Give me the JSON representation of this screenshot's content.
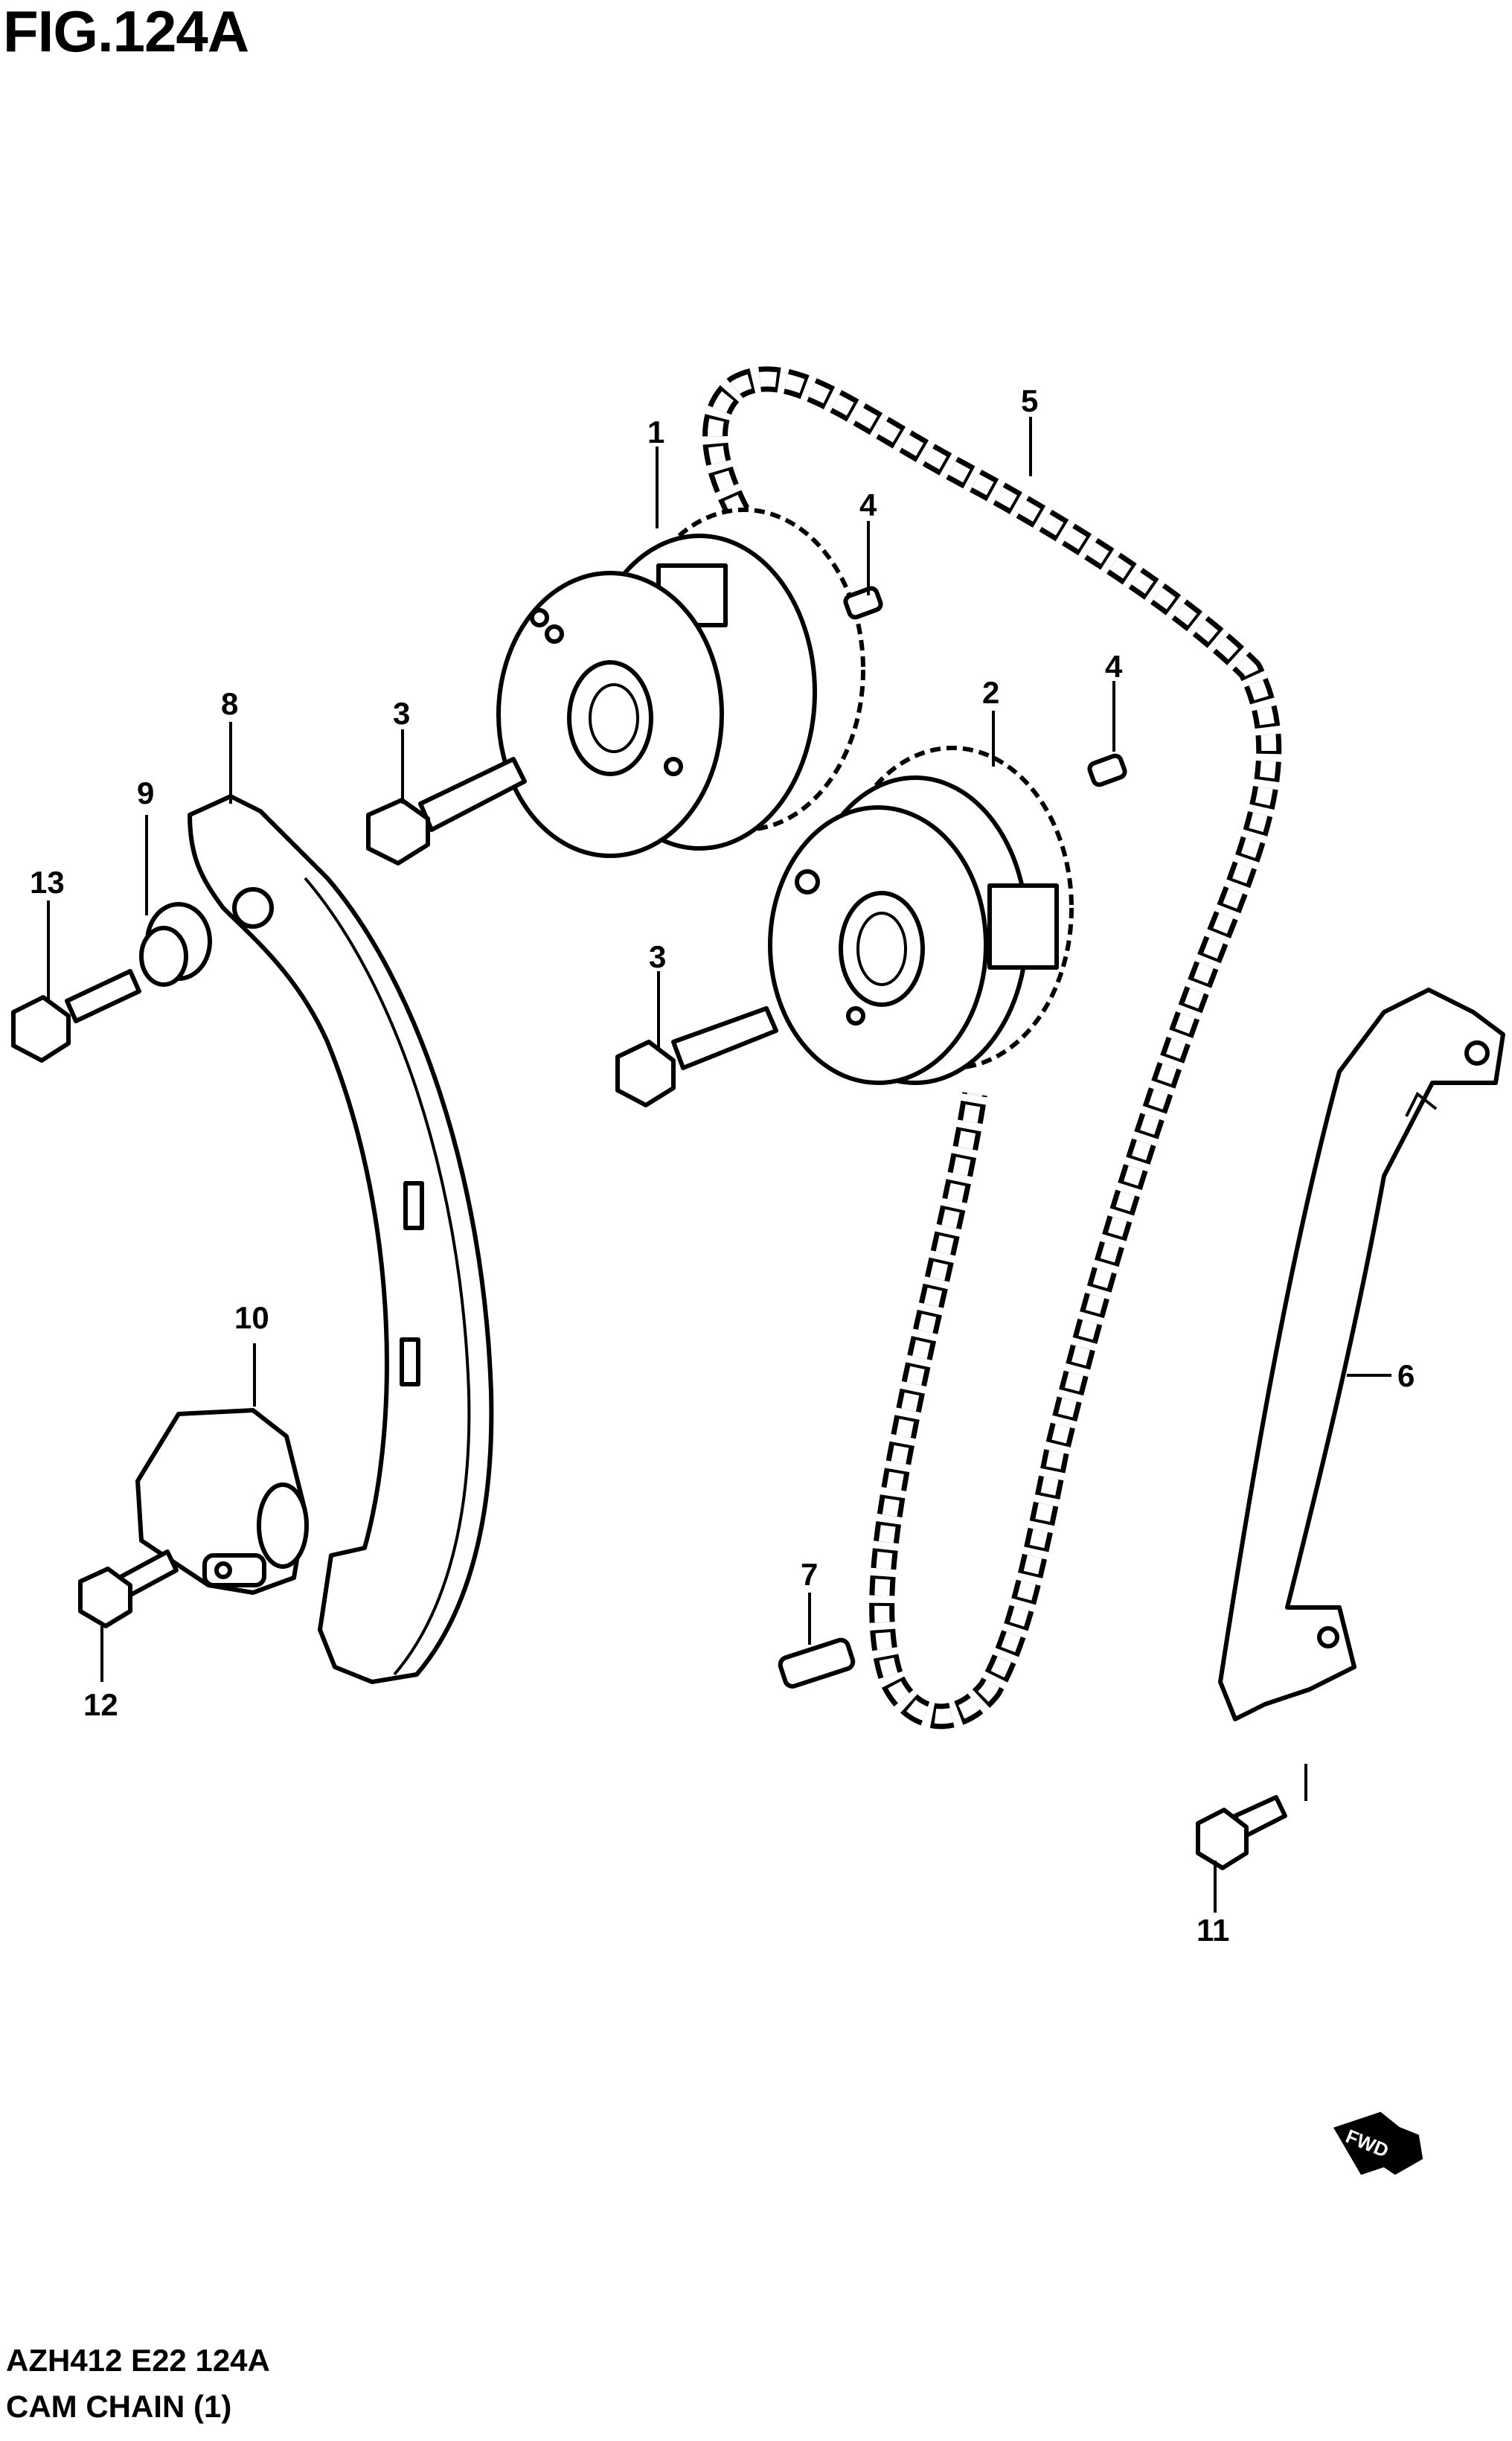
{
  "figure": {
    "title": "FIG.124A",
    "code": "AZH412 E22 124A",
    "name": "CAM CHAIN (1)"
  },
  "callouts": {
    "p1": "1",
    "p2": "2",
    "p3a": "3",
    "p3b": "3",
    "p4a": "4",
    "p4b": "4",
    "p5": "5",
    "p6": "6",
    "p7": "7",
    "p8": "8",
    "p9": "9",
    "p10": "10",
    "p11": "11",
    "p12": "12",
    "p13": "13"
  },
  "direction_badge": "FWD"
}
